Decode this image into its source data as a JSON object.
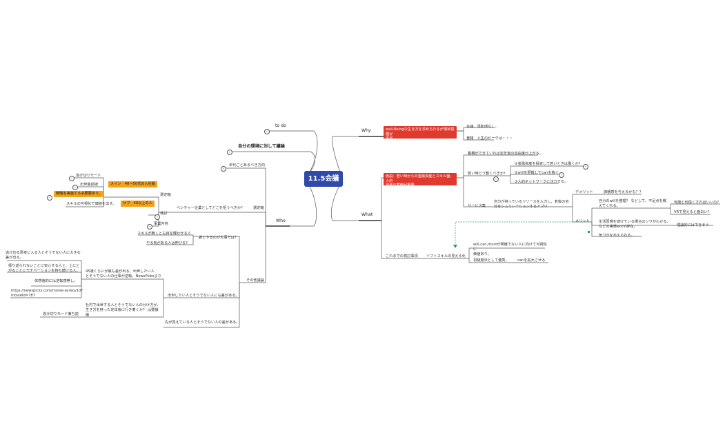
{
  "central": "11.5会議",
  "top_left": {
    "todo": "to do",
    "env": "自分の環境に対して議論"
  },
  "why": {
    "label": "Why",
    "red": "well-Beingな生き方を求められるが現状把握が\n不足",
    "items": [
      "会議、違和感なし。",
      "書籍　人生のピークは・・・"
    ]
  },
  "what": {
    "label": "What",
    "red": "仮説：若い時からの金融資産とスキル面、人的\n資産の蓄積が重要",
    "asset_note": "蓄積ができていれば定年後の自由度が上がる。",
    "young_label": "若い時どう動くべきか？",
    "young_items": [
      "①金融資産を投資して若いときは働くか？",
      "②willを把握してcanを稼ぐ",
      "③人的ネットワークに注力する。"
    ],
    "service_label": "サービス案",
    "service_desc": "自分が持っているリソースを入力し、老後の自\n分をシュミレーションするアプリ",
    "demerit_label": "デメリット",
    "demerit_item": "諦観感を与えるかも？？",
    "merit_label": "メリット",
    "merit_items": [
      "自分のwillを整理？ などして、不足点を教\nえてくれる。",
      "生活習慣を続けている場合のシワがわかる、\nなどの実感world存在。",
      "気づきを与えられる。"
    ],
    "merit_sub": [
      "何歳と何億くすればいいの?",
      "VRで見えると面白い?",
      "理論的にはできそう"
    ],
    "past_label": "これまでの検討事項",
    "soft_label": "ソフトスキルの見える化",
    "soft_items": [
      "will,can,mustが明確でない人に向けて可視化に\n価値あり。",
      "初級層法として優秀。"
    ],
    "can_expand": "canを拡大させる"
  },
  "who": {
    "label": "Who",
    "age_note": "年代ごとあるべき方向",
    "venture_label": "ベンチャー企業としてどこを狙うべきか?",
    "select_label": "選定軸",
    "review_label": "検討",
    "business_label": "事業内容",
    "kouho_label": "選定軸",
    "left_items": [
      "逃げ切りモード",
      "出世最前線",
      "戦略を実施する必要要あり。",
      "スキルの可視化で価値を出す。"
    ],
    "main_tag": "メイン　40～50代の入社脈",
    "sub_tag": "サブ　40以上の人",
    "other_label": "その他議論",
    "skill_note": "スキルが無くとも目を輝かせる人",
    "motivated": "やる気がある人は伸びる?",
    "who_does": "誰とやるのが大事では?",
    "gap_note": "45歳くらいが最も差が出る。出世したい人\nとそうでない人の仕事が逆転。NewsPicksより",
    "promo_label": "出世したい人とそうでない人にも差がある。",
    "left_gap": "逃げ切る思考に入る人とそうでない人に大きな\n差が出る。",
    "left_gap2": "振り返られないことに安心する人と、上にと\nがることにモチベーションを持ち続ける人。",
    "left_gap3": "体感値的には逆転感無し。",
    "url": "https://newspicks.com/movie-series/10?\nmovieId=787",
    "company_note": "社内で出世する人とそうでない人の分け方が、\n生き方を持った定年後に行き着くか？ は要議\n論",
    "escape_mode": "逃げ切りモード兼ち説",
    "future_label": "先が見えている人とそうでない人の差がある。"
  }
}
